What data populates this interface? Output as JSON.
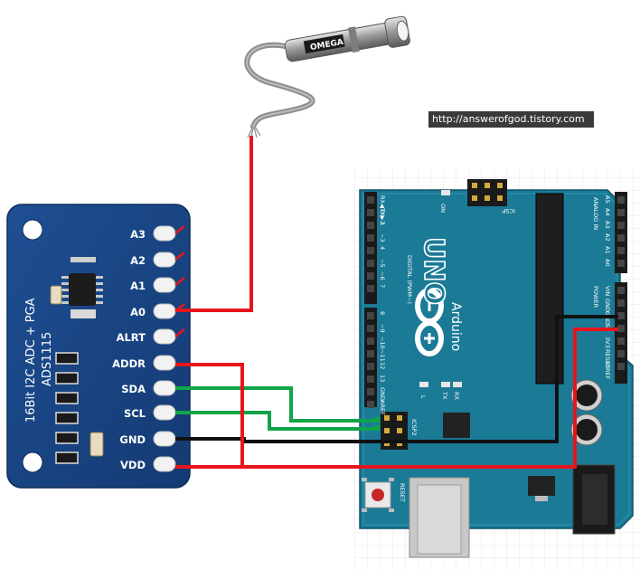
{
  "url": "http://answerofgod.tistory.com",
  "sensor": {
    "brand": "OMEGA"
  },
  "adc_board": {
    "title_line1": "16Bit I2C ADC + PGA",
    "title_line2": "ADS1115",
    "pins": [
      "A3",
      "A2",
      "A1",
      "A0",
      "ALRT",
      "ADDR",
      "SDA",
      "SCL",
      "GND",
      "VDD"
    ]
  },
  "arduino": {
    "name": "Arduino",
    "model": "UNO",
    "digital_label": "DIGITAL (PWM~)",
    "digital_pins": [
      "RX◀ 0",
      "TX▶ 1",
      "2",
      "~3",
      "4",
      "~5",
      "~6",
      "7",
      "8",
      "~9",
      "~10",
      "~11",
      "12",
      "13",
      "GND",
      "AREF"
    ],
    "analog_label": "ANALOG IN",
    "analog_pins": [
      "A5",
      "A4",
      "A3",
      "A2",
      "A1",
      "A0"
    ],
    "power_label": "POWER",
    "power_pins": [
      "VIN",
      "GND",
      "GND",
      "5V",
      "3V3",
      "RESET",
      "IOREF"
    ],
    "icsp_label": "ICSP",
    "icsp2_label": "ICSP2",
    "on_label": "ON",
    "l_label": "L",
    "tx_label": "TX",
    "rx_label": "RX",
    "reset_label": "RESET"
  },
  "wire_colors": {
    "red": "#e8141c",
    "green": "#0fa548",
    "black": "#111111"
  }
}
